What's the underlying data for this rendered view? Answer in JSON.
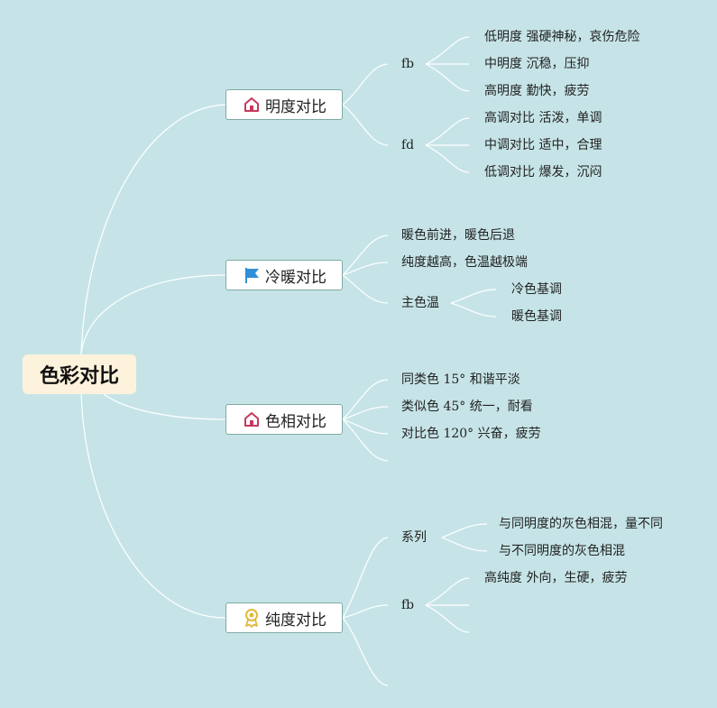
{
  "root": {
    "label": "色彩对比"
  },
  "branches": [
    {
      "label": "明度对比",
      "icon": "home-icon",
      "children": [
        {
          "label": "fb",
          "children": [
            "低明度 强硬神秘，哀伤危险",
            "中明度 沉稳，压抑",
            "高明度 勤快，疲劳"
          ]
        },
        {
          "label": "fd",
          "children": [
            "高调对比 活泼，单调",
            "中调对比 适中，合理",
            "低调对比 爆发，沉闷"
          ]
        }
      ]
    },
    {
      "label": "冷暖对比",
      "icon": "flag-icon",
      "children": [
        {
          "label": "暖色前进，暖色后退"
        },
        {
          "label": "纯度越高，色温越极端"
        },
        {
          "label": "主色温",
          "children": [
            "冷色基调",
            "暖色基调"
          ]
        }
      ]
    },
    {
      "label": "色相对比",
      "icon": "home-icon",
      "children": [
        {
          "label": "同类色 15° 和谐平淡"
        },
        {
          "label": "类似色 45° 统一，耐看"
        },
        {
          "label": "对比色 120° 兴奋，疲劳"
        },
        {
          "label": ""
        }
      ]
    },
    {
      "label": "纯度对比",
      "icon": "award-icon",
      "children": [
        {
          "label": "系列",
          "children": [
            "与同明度的灰色相混，量不同",
            "与不同明度的灰色相混"
          ]
        },
        {
          "label": "fb",
          "children": [
            "高纯度 外向，生硬，疲劳",
            "",
            ""
          ]
        },
        {
          "label": ""
        }
      ]
    }
  ],
  "colors": {
    "background": "#c6e4e7",
    "root_fill": "#fdf3dc",
    "border": "#7fa9a2",
    "home_icon": "#c9375d",
    "flag_icon": "#2f8fd8",
    "award_icon": "#e2b93b"
  }
}
